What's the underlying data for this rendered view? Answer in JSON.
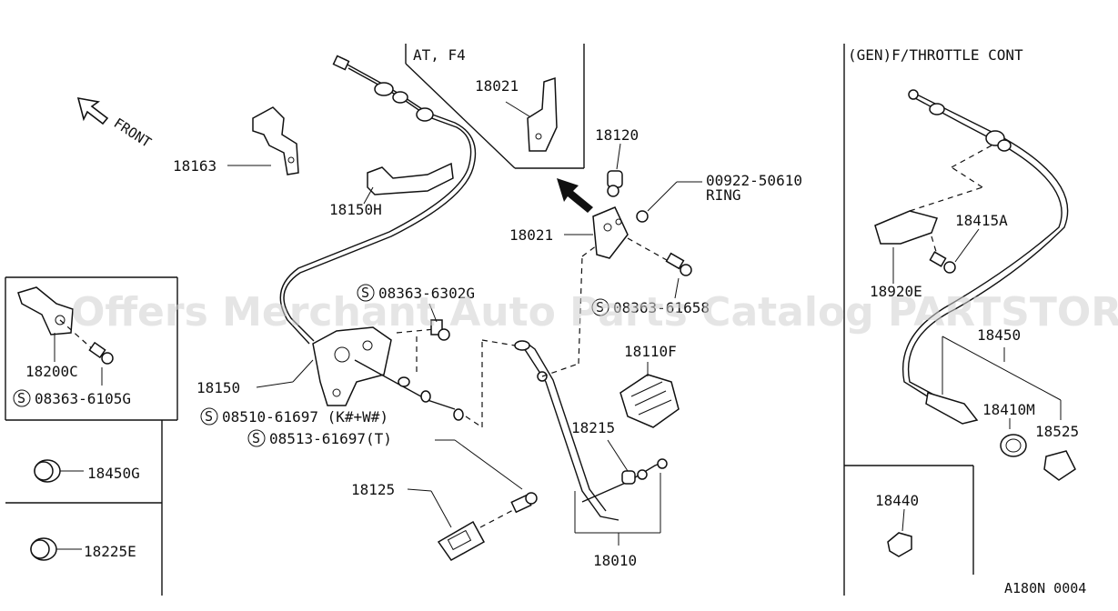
{
  "diagram": {
    "code": "A180N 0004",
    "watermark": "Offers Merchant Auto Parts Catalog PARTSTORE.SA",
    "front_label": "FRONT",
    "at_section_label": "AT, F4",
    "throttle_section_label": "(GEN)F/THROTTLE CONT",
    "ring_label": "RING",
    "parts": {
      "p18163": "18163",
      "p18150H": "18150H",
      "p18021_top": "18021",
      "p18120": "18120",
      "p00922": "00922-50610",
      "p18021": "18021",
      "p08363_6302G": "08363-6302G",
      "p08363_6168": "08363-61658",
      "p18200C": "18200C",
      "p08363_6105G": "08363-6105G",
      "p18150": "18150",
      "p08510": "08510-61697 (K#+W#)",
      "p08513": "08513-61697(T)",
      "p18110F": "18110F",
      "p18215": "18215",
      "p18125": "18125",
      "p18010": "18010",
      "p18450G": "18450G",
      "p18225E": "18225E",
      "p18415A": "18415A",
      "p18920E": "18920E",
      "p18450": "18450",
      "p18410M": "18410M",
      "p18525": "18525",
      "p18440": "18440"
    },
    "s_mark": "S"
  }
}
